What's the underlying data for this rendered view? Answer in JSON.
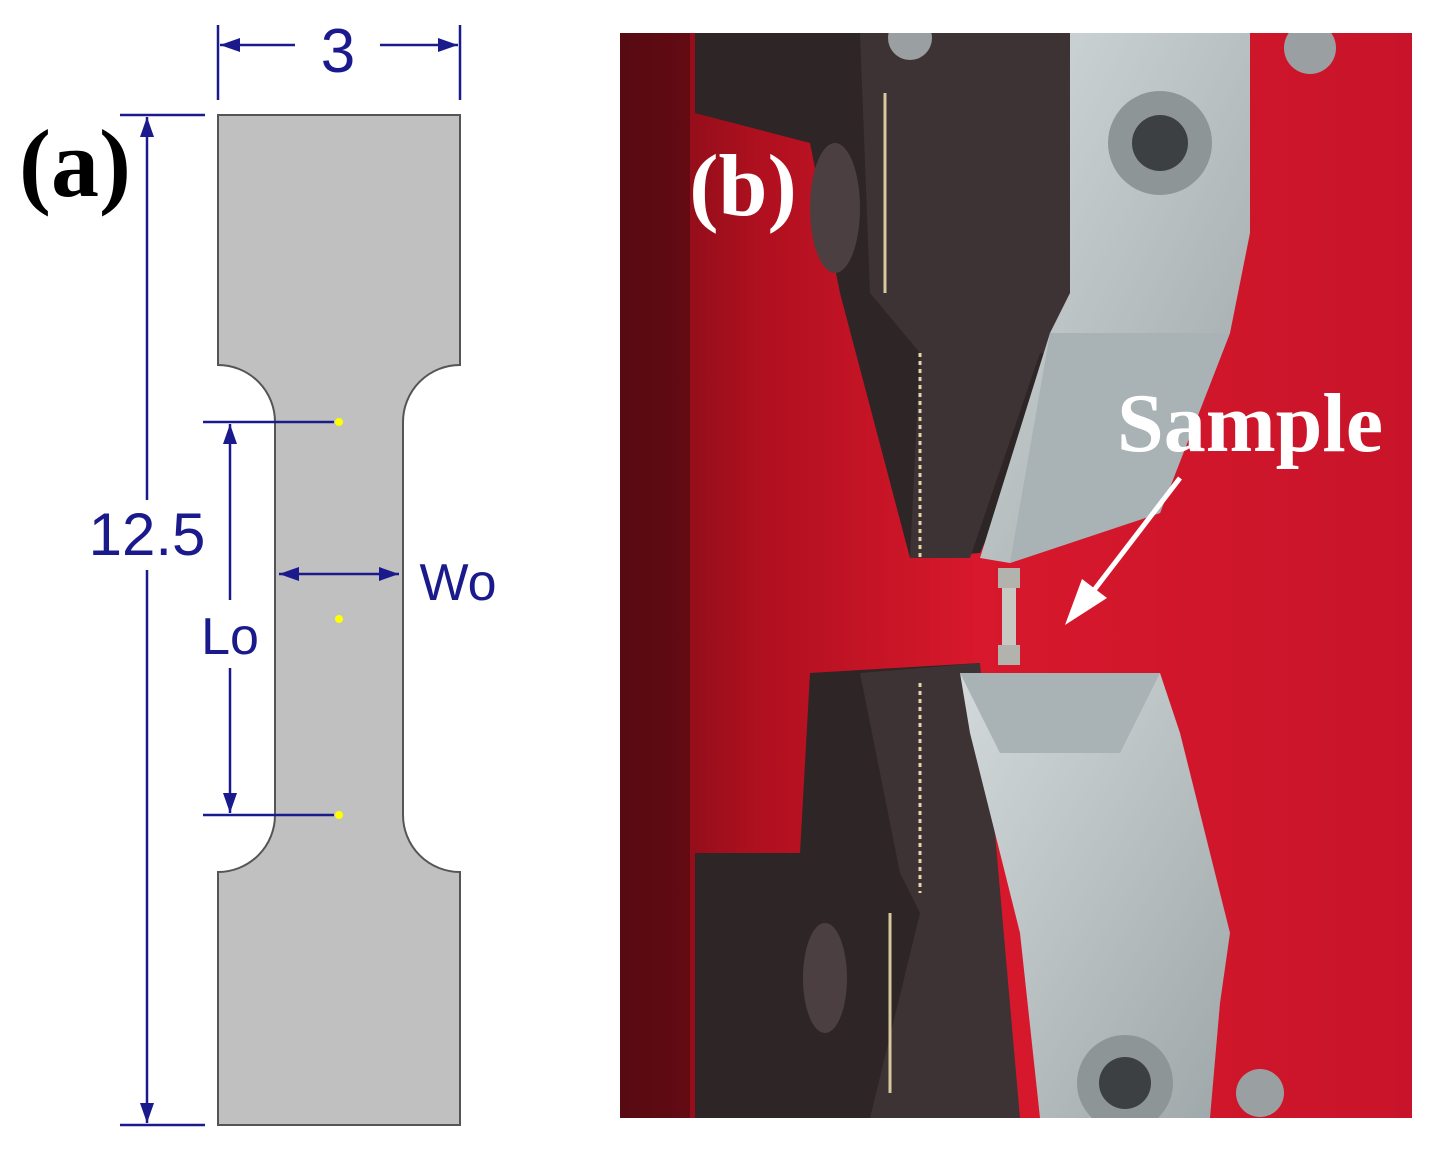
{
  "panel_a": {
    "label": "(a)",
    "dimensions": {
      "width": "3",
      "length": "12.5",
      "gauge_length": "Lo",
      "gauge_width": "Wo"
    },
    "colors": {
      "specimen": "#c0c0c0",
      "dimension": "#1a1a8c",
      "marker": "#ffff00"
    }
  },
  "panel_b": {
    "label": "(b)",
    "annotation": "Sample",
    "colors": {
      "background": "#d0162a",
      "grip": "#c4cbcc",
      "grip_dark": "#2e2526"
    }
  }
}
